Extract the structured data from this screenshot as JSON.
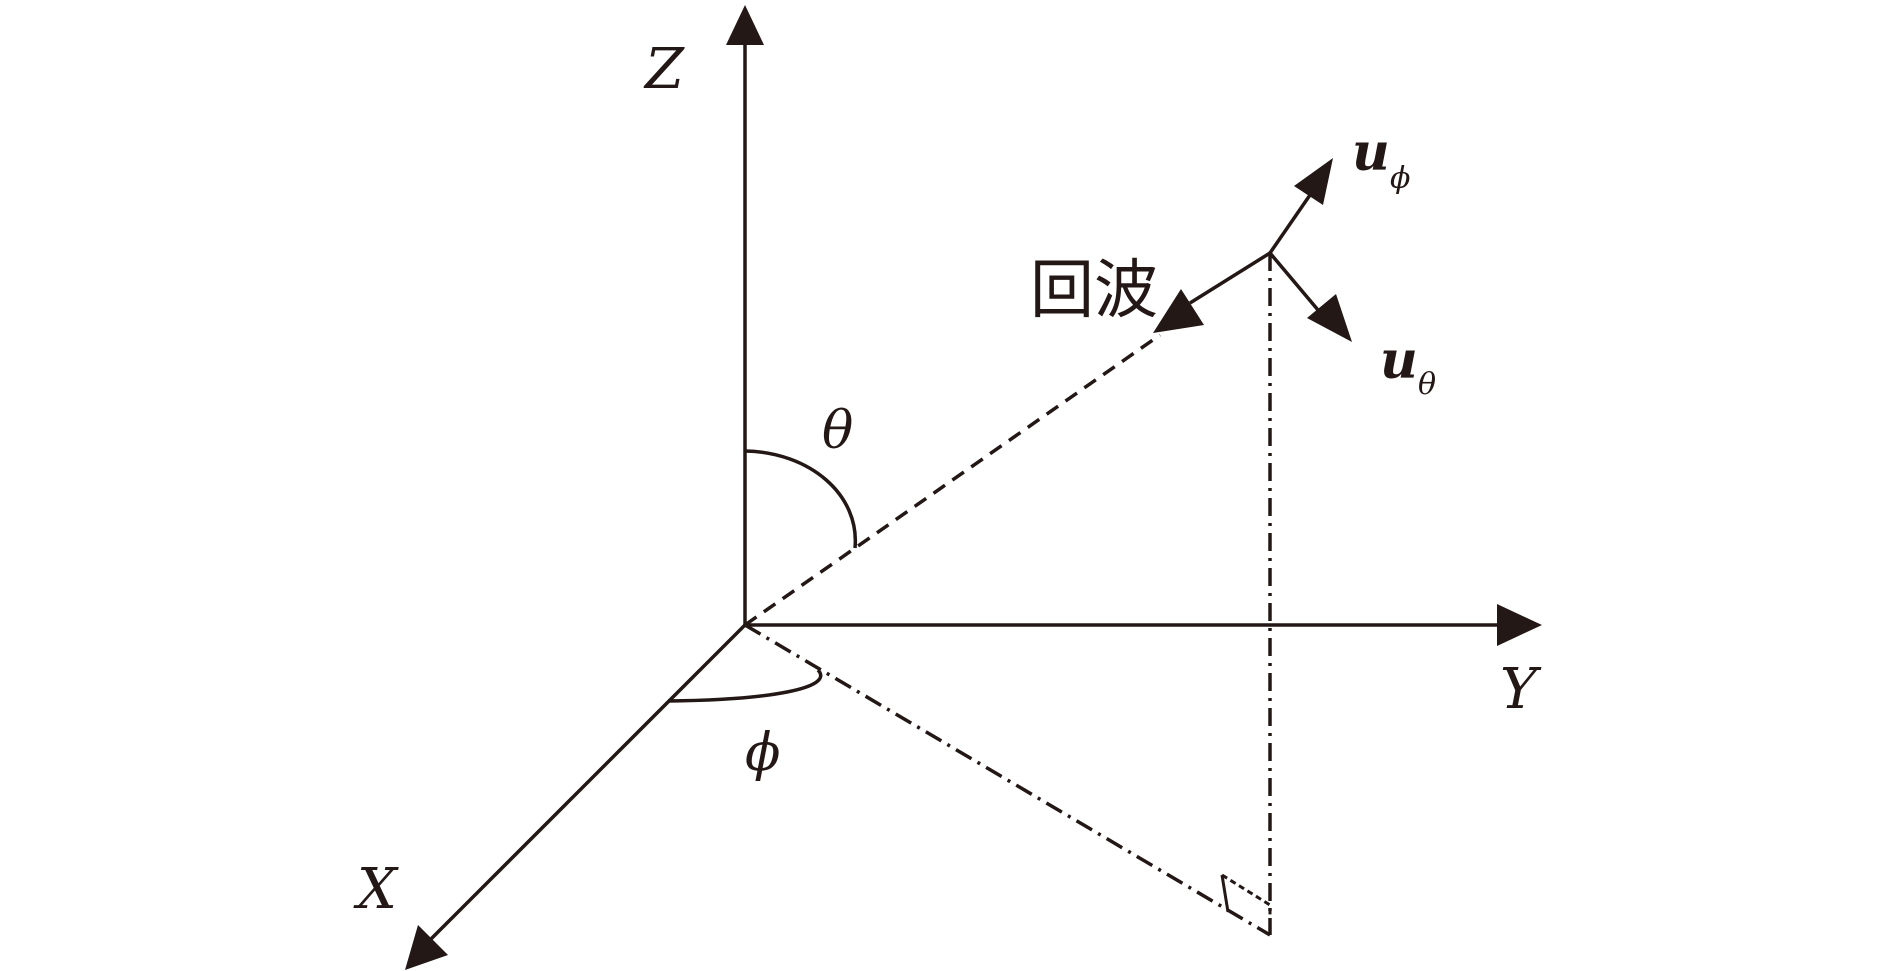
{
  "labels": {
    "z_axis": "Z",
    "y_axis": "Y",
    "x_axis": "X",
    "theta": "θ",
    "phi": "ϕ",
    "echo": "回波",
    "u_phi_base": "u",
    "u_phi_sub": "ϕ",
    "u_theta_base": "u",
    "u_theta_sub": "θ"
  },
  "colors": {
    "ink": "#231815",
    "background": "#ffffff"
  }
}
